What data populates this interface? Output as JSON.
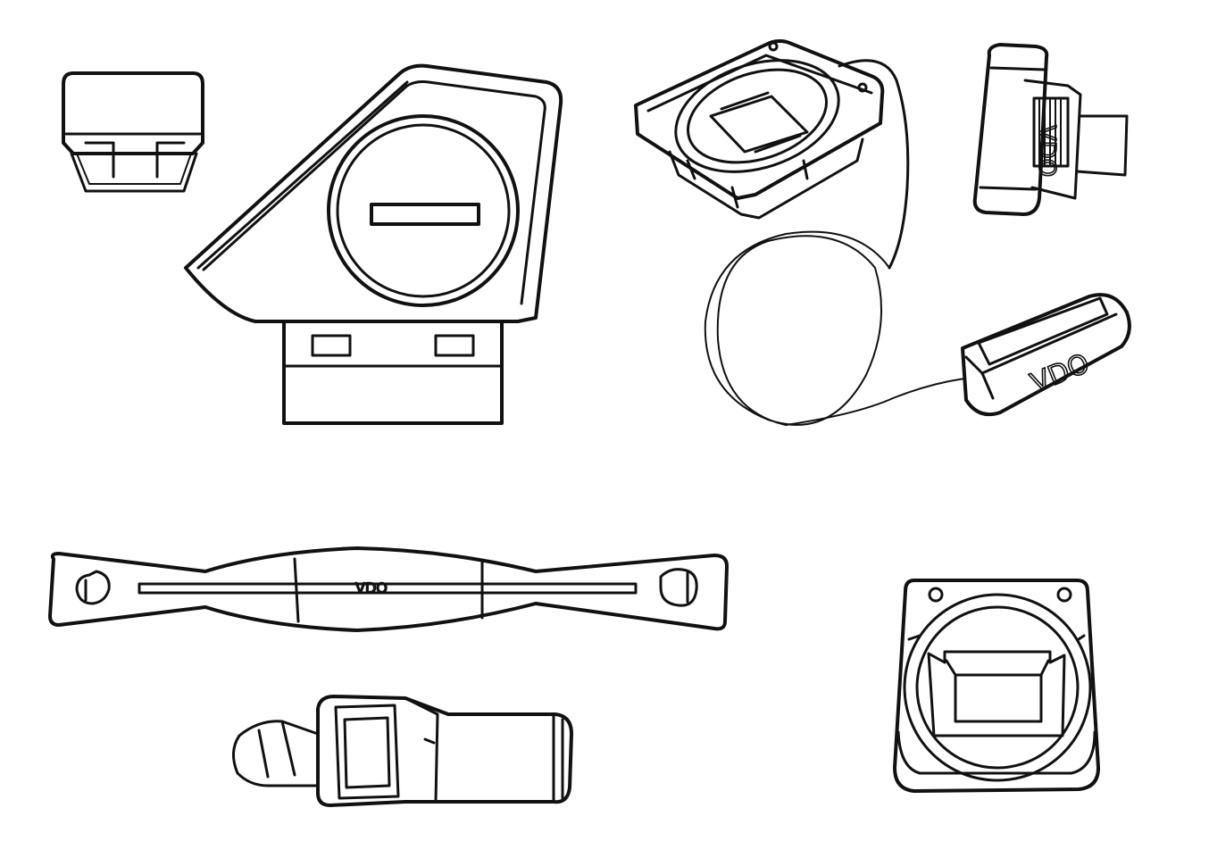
{
  "brand_label": "VDO",
  "stroke_color": "#111111",
  "background_color": "#ffffff",
  "parts": [
    {
      "id": "magnet-clip",
      "icon": "magnet-clip-icon"
    },
    {
      "id": "speed-sensor",
      "icon": "speed-sensor-icon"
    },
    {
      "id": "wired-handlebar-mount",
      "icon": "wired-mount-icon"
    },
    {
      "id": "cadence-magnet",
      "icon": "cadence-magnet-icon"
    },
    {
      "id": "chest-strap",
      "icon": "chest-strap-icon"
    },
    {
      "id": "cadence-sensor",
      "icon": "cadence-sensor-icon"
    },
    {
      "id": "wireless-mount",
      "icon": "wireless-mount-icon"
    }
  ]
}
